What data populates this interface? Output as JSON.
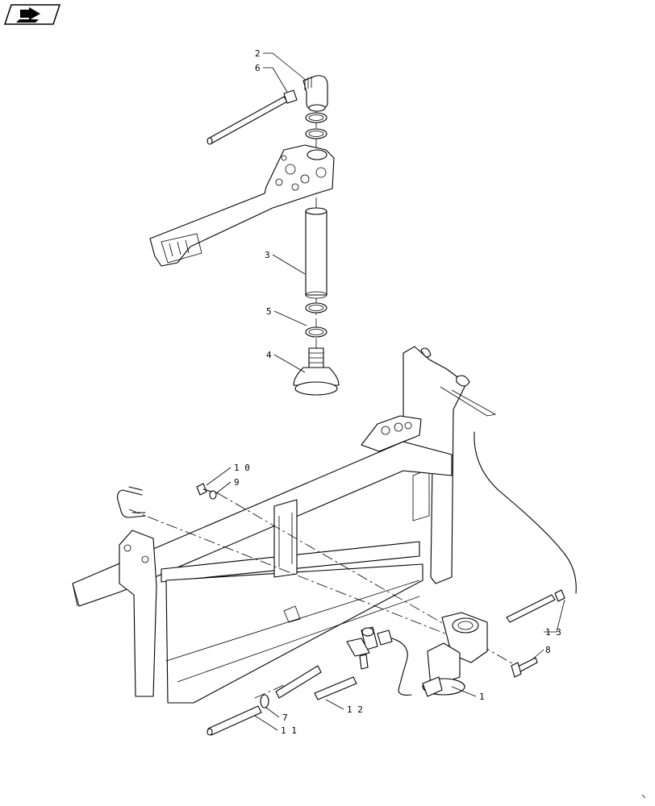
{
  "callouts": {
    "c1": "1",
    "c2": "2",
    "c3": "3",
    "c4": "4",
    "c5": "5",
    "c6": "6",
    "c7": "7",
    "c8": "8",
    "c9": "9",
    "c10": "1 0",
    "c11": "1 1",
    "c12": "1 2",
    "c13": "1 3"
  },
  "icons": {
    "corner_nav": "page-navigation-icon"
  },
  "colors": {
    "line": "#000000",
    "background": "#ffffff"
  }
}
